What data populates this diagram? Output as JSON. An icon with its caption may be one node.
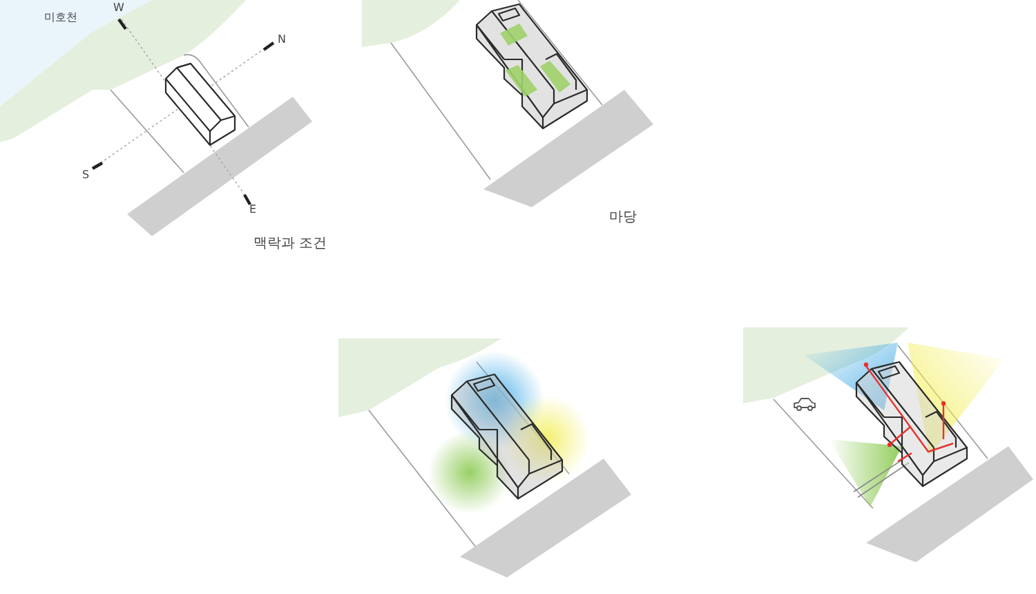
{
  "diagram": {
    "labels": [
      "미호천",
      "W",
      "N",
      "S",
      "E",
      "맥락과 조건",
      "마당"
    ]
  }
}
